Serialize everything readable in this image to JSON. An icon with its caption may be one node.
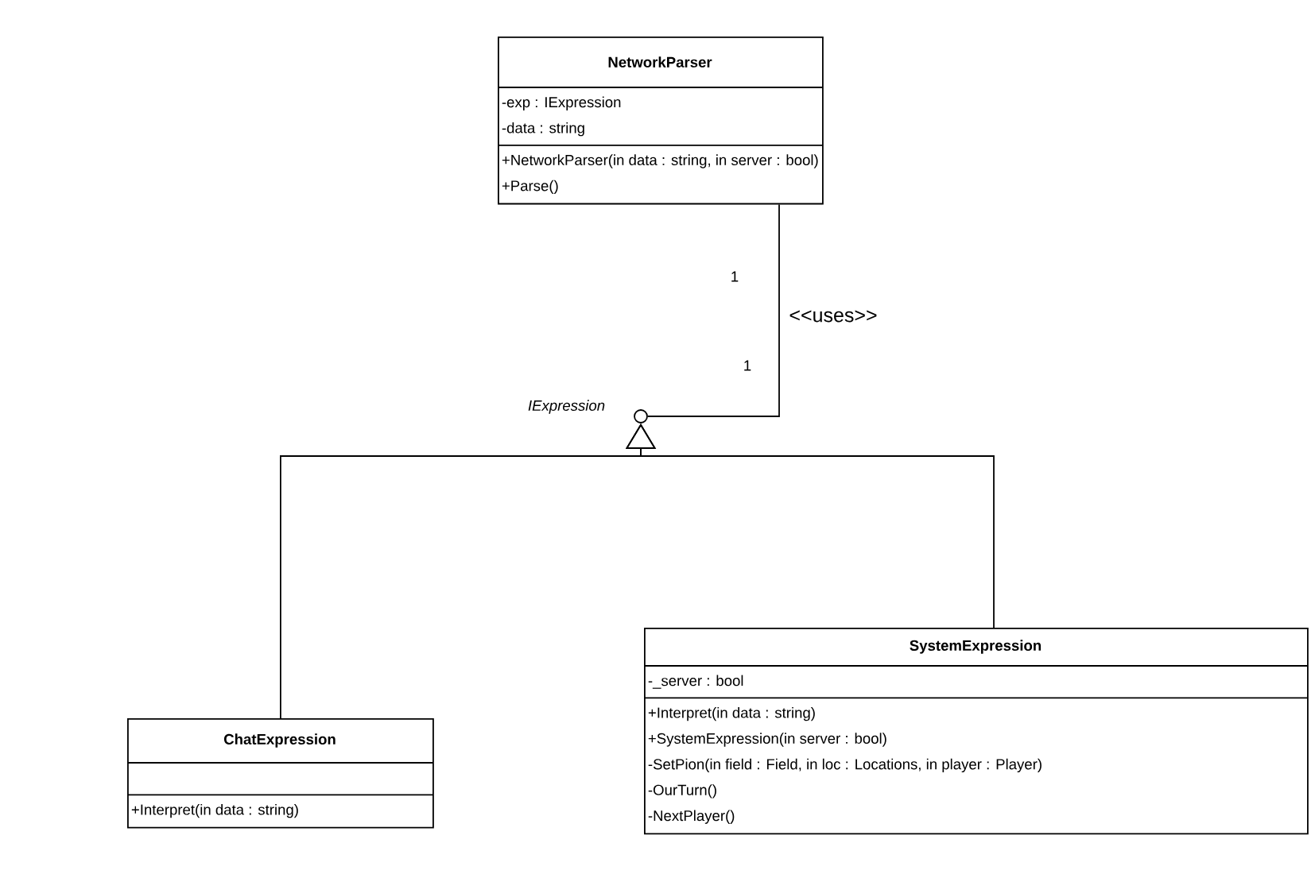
{
  "diagram": {
    "nodes": [
      {
        "text": [
          "NetworkParser",
          "-exp : IExpression",
          "-data : string",
          "+NetworkParser(in data : string, in server : bool)",
          "+Parse()"
        ]
      },
      {
        "text": [],
        "shape": "circle",
        "beside": [
          "IExpression"
        ]
      },
      {
        "text": [
          "ChatExpression",
          "+Interpret(in data : string)"
        ]
      },
      {
        "text": [
          "SystemExpression",
          "-_server : bool",
          "+Interpret(in data : string)",
          "+SystemExpression(in server : bool)",
          "-SetPion(in field : Field, in loc : Locations, in player : Player)",
          "-OurTurn()",
          "-NextPlayer()"
        ]
      }
    ],
    "edges": [
      {
        "from": 0,
        "to": 1,
        "arrow": "none",
        "label": "<<uses>>"
      },
      {
        "from": 2,
        "to": 1,
        "arrow": "to"
      },
      {
        "from": 3,
        "to": 1,
        "arrow": "to"
      }
    ],
    "labels": [
      "1",
      "1"
    ]
  }
}
